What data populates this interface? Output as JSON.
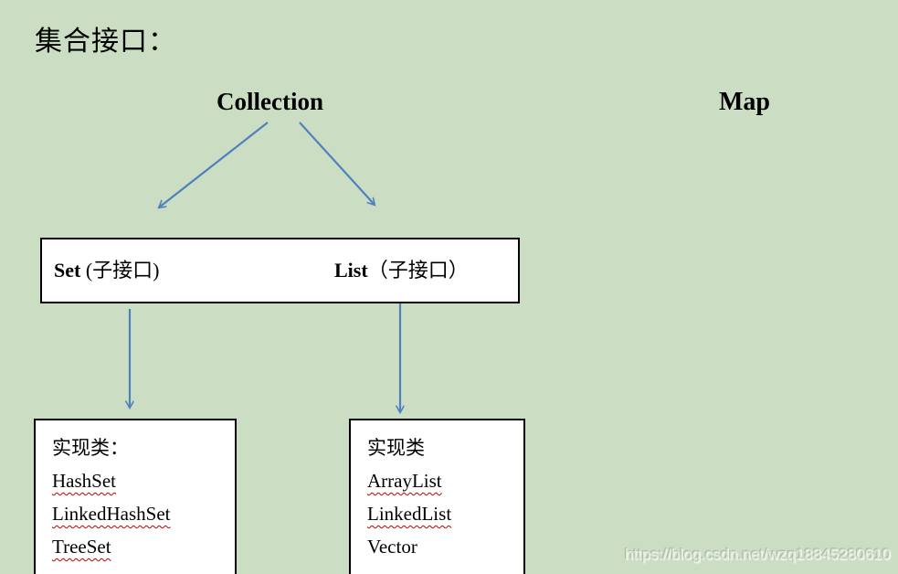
{
  "page": {
    "title": "集合接口：",
    "watermark": "https://blog.csdn.net/wzq18845280610"
  },
  "colors": {
    "bg": "#cbdec3",
    "arrow": "#4f81bd",
    "wavy": "#c00000",
    "box-bg": "#ffffff",
    "ink": "#000000"
  },
  "diagram": {
    "collection_label": "Collection",
    "map_label": "Map",
    "interface_box": {
      "set_label": "Set",
      "set_note": "  (子接口)",
      "list_label": "List",
      "list_note": "（子接口）"
    },
    "impl_left": {
      "heading": "实现类：",
      "items": [
        "HashSet",
        "LinkedHashSet",
        "TreeSet"
      ]
    },
    "impl_right": {
      "heading": "实现类",
      "items": [
        "ArrayList",
        "LinkedList",
        "Vector"
      ]
    }
  }
}
